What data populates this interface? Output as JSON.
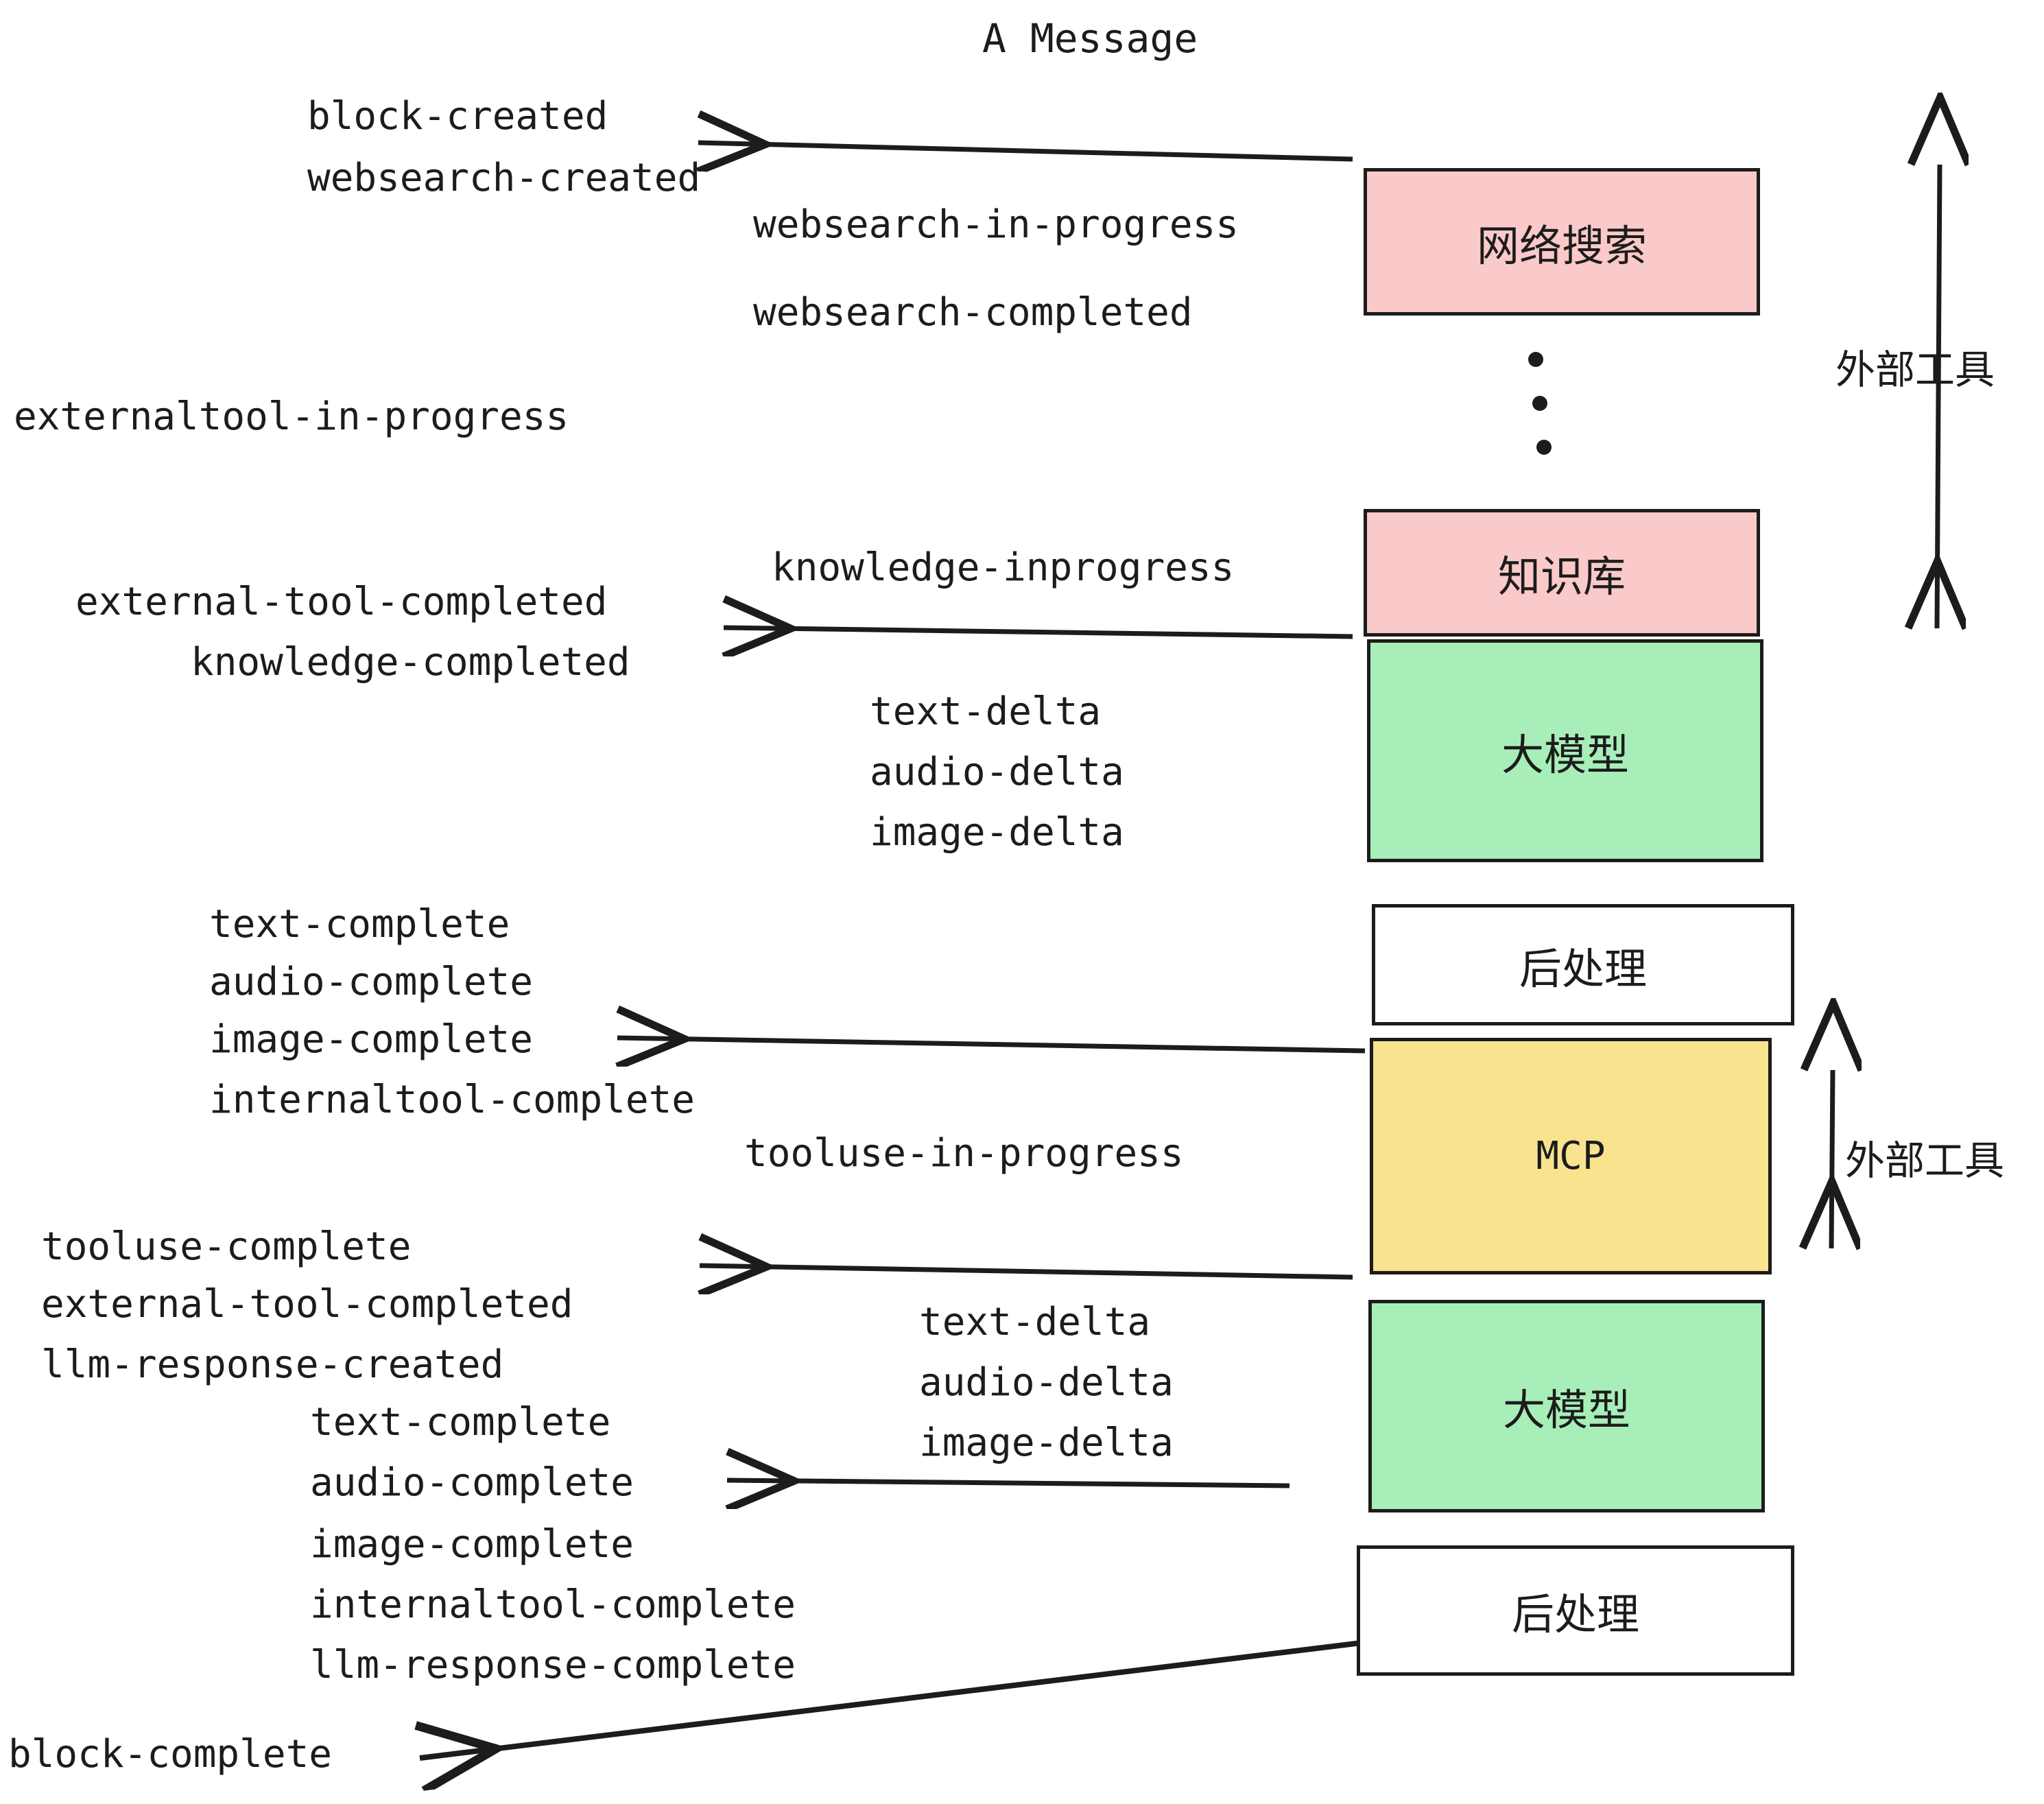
{
  "diagram": {
    "title": "A Message",
    "colors": {
      "external_tool_fill": "#fac9c9",
      "llm_fill": "#a8eeb9",
      "mcp_fill": "#fae38f",
      "postprocess_fill": "#ffffff",
      "stroke": "#1c1c1c",
      "text": "#1c1c1c"
    }
  },
  "stages": [
    {
      "name": "websearch",
      "label": "网络搜索",
      "fill_key": "external_tool_fill",
      "mono": false
    },
    {
      "name": "knowledge",
      "label": "知识库",
      "fill_key": "external_tool_fill",
      "mono": false
    },
    {
      "name": "llm-first",
      "label": "大模型",
      "fill_key": "llm_fill",
      "mono": false
    },
    {
      "name": "postprocess-first",
      "label": "后处理",
      "fill_key": "postprocess_fill",
      "mono": false
    },
    {
      "name": "mcp",
      "label": "MCP",
      "fill_key": "mcp_fill",
      "mono": true
    },
    {
      "name": "llm-second",
      "label": "大模型",
      "fill_key": "llm_fill",
      "mono": false
    },
    {
      "name": "postprocess-second",
      "label": "后处理",
      "fill_key": "postprocess_fill",
      "mono": false
    }
  ],
  "side_brackets": [
    {
      "name": "external-tool-top",
      "label": "外部工具"
    },
    {
      "name": "external-tool-bottom",
      "label": "外部工具"
    }
  ],
  "events": [
    {
      "id": "e01",
      "text": "block-created"
    },
    {
      "id": "e02",
      "text": "websearch-created"
    },
    {
      "id": "e03",
      "text": "websearch-in-progress"
    },
    {
      "id": "e04",
      "text": "websearch-completed"
    },
    {
      "id": "e05",
      "text": "externaltool-in-progress"
    },
    {
      "id": "e06",
      "text": "knowledge-inprogress"
    },
    {
      "id": "e07",
      "text": "external-tool-completed"
    },
    {
      "id": "e08",
      "text": "knowledge-completed"
    },
    {
      "id": "e09",
      "text": "text-delta"
    },
    {
      "id": "e10",
      "text": "audio-delta"
    },
    {
      "id": "e11",
      "text": "image-delta"
    },
    {
      "id": "e12",
      "text": "text-complete"
    },
    {
      "id": "e13",
      "text": "audio-complete"
    },
    {
      "id": "e14",
      "text": "image-complete"
    },
    {
      "id": "e15",
      "text": "internaltool-complete"
    },
    {
      "id": "e16",
      "text": "tooluse-in-progress"
    },
    {
      "id": "e17",
      "text": "tooluse-complete"
    },
    {
      "id": "e18",
      "text": "external-tool-completed"
    },
    {
      "id": "e19",
      "text": "llm-response-created"
    },
    {
      "id": "e20",
      "text": "text-delta"
    },
    {
      "id": "e21",
      "text": "audio-delta"
    },
    {
      "id": "e22",
      "text": "image-delta"
    },
    {
      "id": "e23",
      "text": "text-complete"
    },
    {
      "id": "e24",
      "text": "audio-complete"
    },
    {
      "id": "e25",
      "text": "image-complete"
    },
    {
      "id": "e26",
      "text": "internaltool-complete"
    },
    {
      "id": "e27",
      "text": "llm-response-complete"
    },
    {
      "id": "e28",
      "text": "block-complete"
    }
  ]
}
